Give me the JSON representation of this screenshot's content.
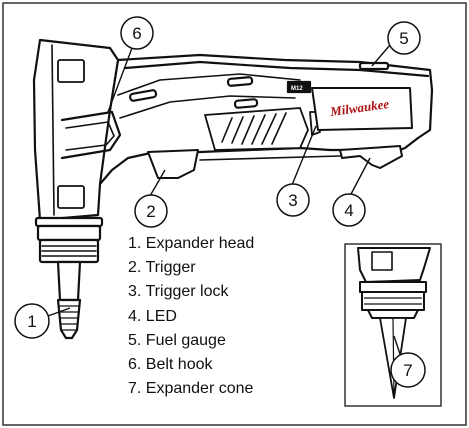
{
  "legend": [
    {
      "number": "1",
      "label": "1. Expander head"
    },
    {
      "number": "2",
      "label": "2. Trigger"
    },
    {
      "number": "3",
      "label": "3. Trigger lock"
    },
    {
      "number": "4",
      "label": "4. LED"
    },
    {
      "number": "5",
      "label": "5. Fuel gauge"
    },
    {
      "number": "6",
      "label": "6. Belt hook"
    },
    {
      "number": "7",
      "label": "7. Expander cone"
    }
  ],
  "tool": {
    "brand": "Milwaukee",
    "model_badge": "M12"
  },
  "icons": {
    "tool": "pex-expansion-tool-illustration",
    "inset": "expander-cone-detail-inset"
  },
  "colors": {
    "line": "#111111",
    "body_fill": "#ffffff",
    "accent": "#b01010"
  }
}
